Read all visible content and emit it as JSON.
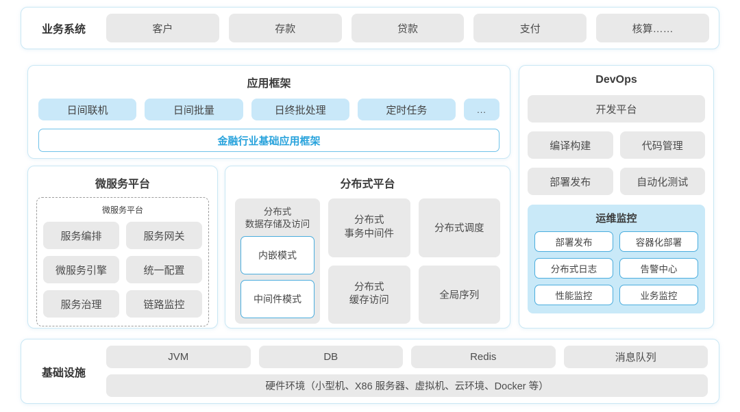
{
  "colors": {
    "panel_border": "#c9e7f4",
    "gray_button_bg": "#e9e9e9",
    "blue_button_bg": "#c9e8f9",
    "ops_panel_bg": "#c9e9f8",
    "white_button_border": "#49acdd",
    "accent_blue_text": "#29a3dc",
    "base_box_border": "#6fc2e9",
    "text": "#4a4a4a"
  },
  "business": {
    "label": "业务系统",
    "items": [
      "客户",
      "存款",
      "贷款",
      "支付",
      "核算……"
    ]
  },
  "app_framework": {
    "title": "应用框架",
    "items": [
      "日间联机",
      "日间批量",
      "日终批处理",
      "定时任务",
      "..."
    ],
    "base": "金融行业基础应用框架"
  },
  "microservice": {
    "title": "微服务平台",
    "inner_title": "微服务平台",
    "items": [
      "服务编排",
      "服务网关",
      "微服务引擎",
      "统一配置",
      "服务治理",
      "链路监控"
    ]
  },
  "distributed": {
    "title": "分布式平台",
    "storage": {
      "title": "分布式\n数据存储及访问",
      "modes": [
        "内嵌模式",
        "中间件模式"
      ]
    },
    "cells": [
      "分布式\n事务中间件",
      "分布式调度",
      "分布式\n缓存访问",
      "全局序列"
    ]
  },
  "devops": {
    "title": "DevOps",
    "dev_platform": "开发平台",
    "items": [
      "编译构建",
      "代码管理",
      "部署发布",
      "自动化测试"
    ],
    "ops": {
      "title": "运维监控",
      "items": [
        "部署发布",
        "容器化部署",
        "分布式日志",
        "告警中心",
        "性能监控",
        "业务监控"
      ]
    }
  },
  "infrastructure": {
    "label": "基础设施",
    "items": [
      "JVM",
      "DB",
      "Redis",
      "消息队列"
    ],
    "hardware": "硬件环境（小型机、X86 服务器、虚拟机、云环境、Docker 等）"
  }
}
